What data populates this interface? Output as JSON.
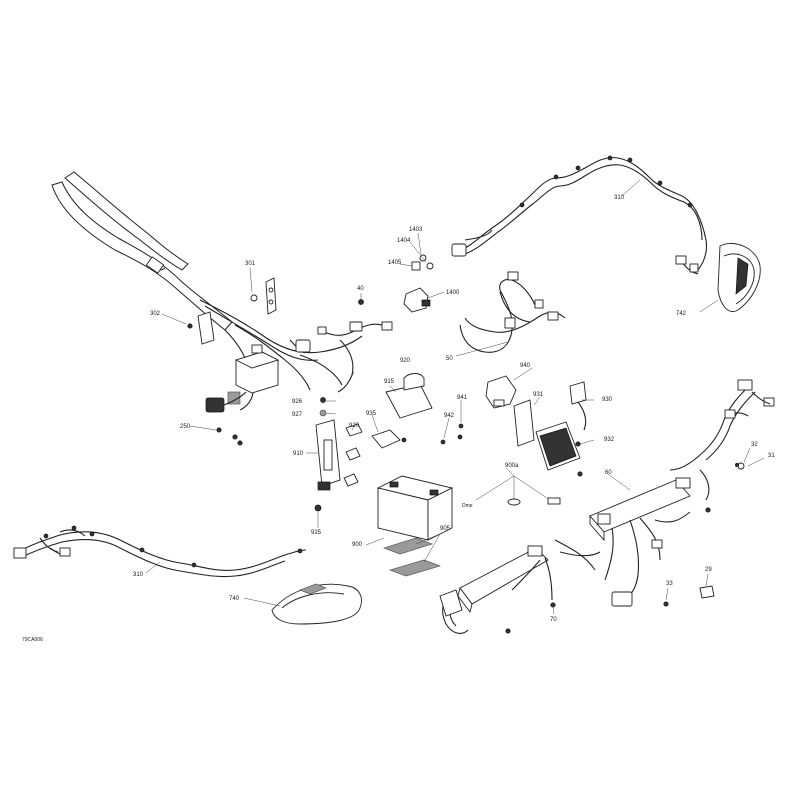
{
  "diagram_code": "79CA006",
  "callouts": {
    "c301": "301",
    "c302": "302",
    "c250": "250",
    "c40": "40",
    "c50": "50",
    "c1403": "1403",
    "c1404": "1404",
    "c1405": "1405",
    "c1400": "1400",
    "c310_top": "310",
    "c742": "742",
    "c926": "926",
    "c927": "927",
    "c910": "910",
    "c920_a": "920",
    "c920_b": "920",
    "c915": "915",
    "c935": "935",
    "c942": "942",
    "c941": "941",
    "c940": "940",
    "c931": "931",
    "c930": "930",
    "c932": "932",
    "c900": "900",
    "c900a": "900a",
    "c905": "905",
    "c925": "925",
    "c310_bottom": "310",
    "c740": "740",
    "c60": "60",
    "c32": "32",
    "c31": "31",
    "c33": "33",
    "c29": "29",
    "c70": "70"
  },
  "small_labels": {
    "tag_900a_left": "Dme",
    "tag_900a_right": ""
  }
}
